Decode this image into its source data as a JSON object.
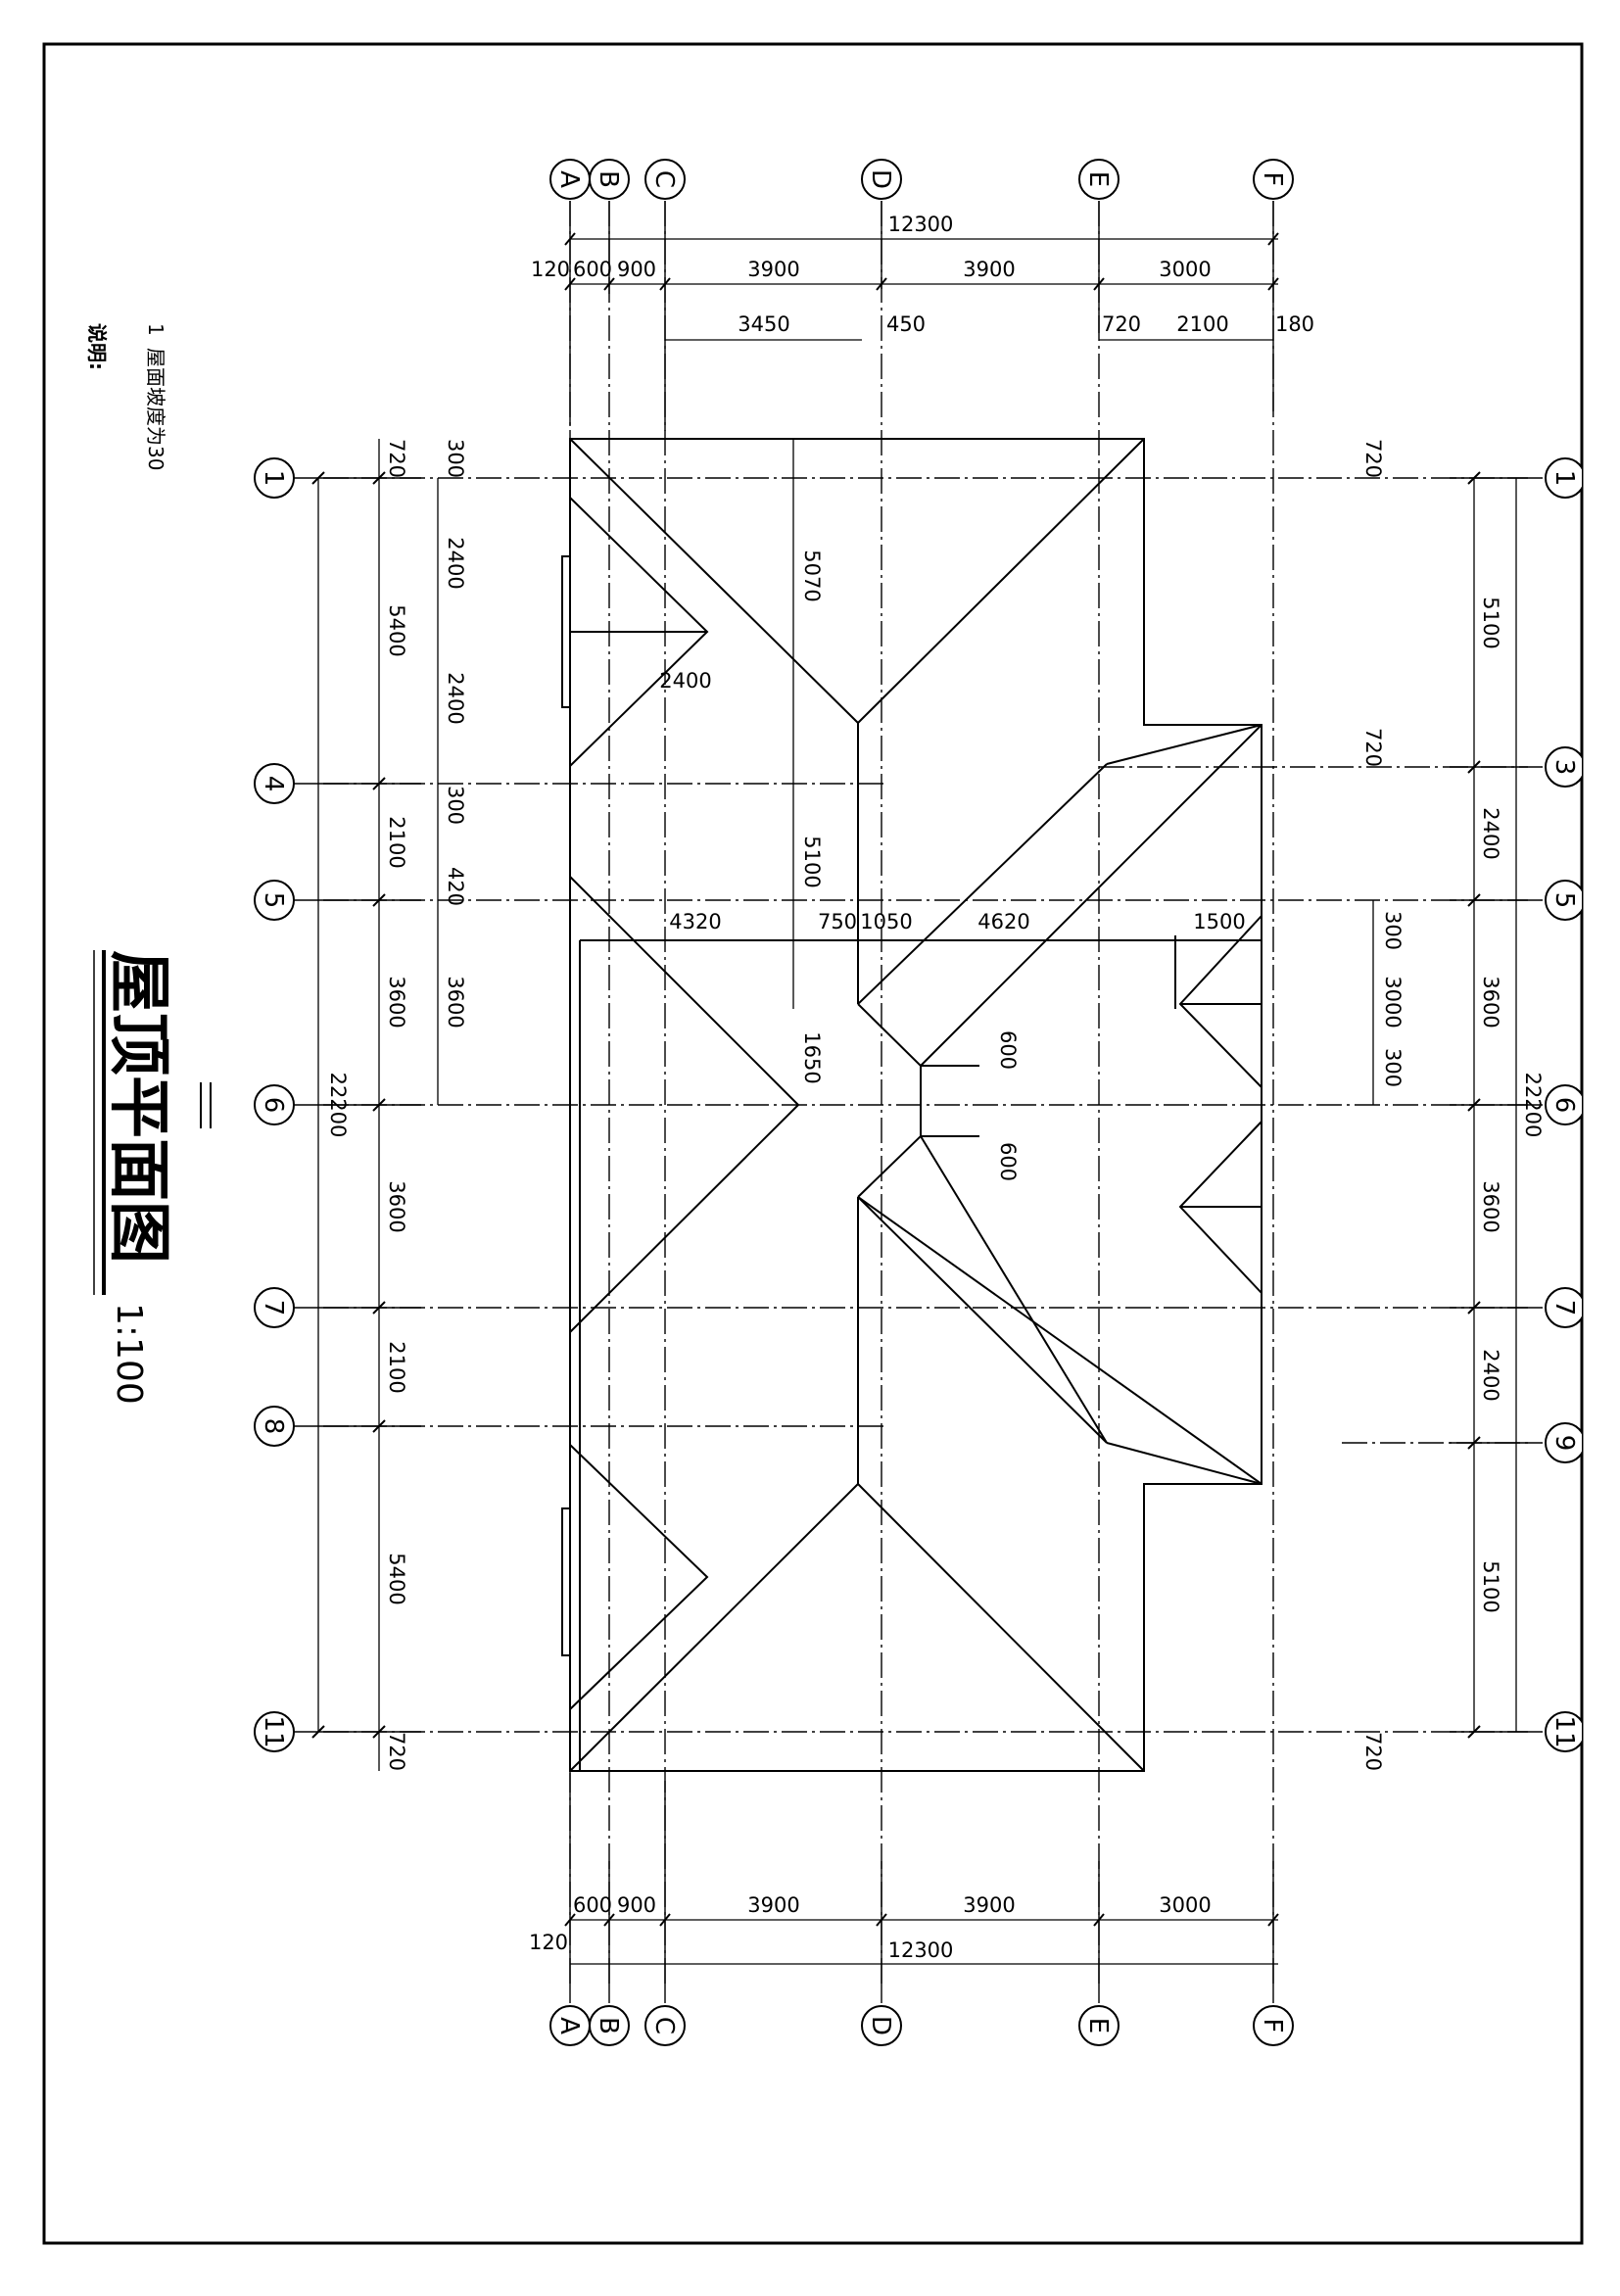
{
  "drawing": {
    "title": "屋顶平面图",
    "scale": "1:100",
    "notes_heading": "说明:",
    "note_1_number": "1",
    "note_1_text": "屋面坡度为30"
  },
  "grid_letters": [
    "A",
    "B",
    "C",
    "D",
    "E",
    "F"
  ],
  "grid_numbers_left": [
    "1",
    "4",
    "5",
    "6",
    "7",
    "8",
    "11"
  ],
  "grid_numbers_right": [
    "1",
    "3",
    "5",
    "6",
    "7",
    "9",
    "11"
  ],
  "dims": {
    "top_total": "12300",
    "top_chain": [
      "120",
      "600",
      "900",
      "3900",
      "3900",
      "3000"
    ],
    "top_sub": [
      "3450",
      "450",
      "720",
      "2100",
      "180"
    ],
    "bottom_total": "12300",
    "bottom_chain": [
      "120",
      "600",
      "900",
      "3900",
      "3900",
      "3000"
    ],
    "left_total": "22200",
    "left_chain": [
      "720",
      "5400",
      "2100",
      "3600",
      "3600",
      "2100",
      "5400",
      "720"
    ],
    "left_inner": [
      "300",
      "2400",
      "2400",
      "300",
      "420",
      "3600"
    ],
    "right_total": "22200",
    "right_chain": [
      "720",
      "5100",
      "720",
      "2400",
      "3600",
      "3600",
      "2400",
      "5100",
      "720"
    ],
    "right_inner": [
      "300",
      "3000",
      "300"
    ],
    "roof_interior": [
      "5070",
      "2400",
      "5100",
      "4320",
      "750",
      "1050",
      "4620",
      "1500",
      "1650",
      "600",
      "600"
    ]
  }
}
